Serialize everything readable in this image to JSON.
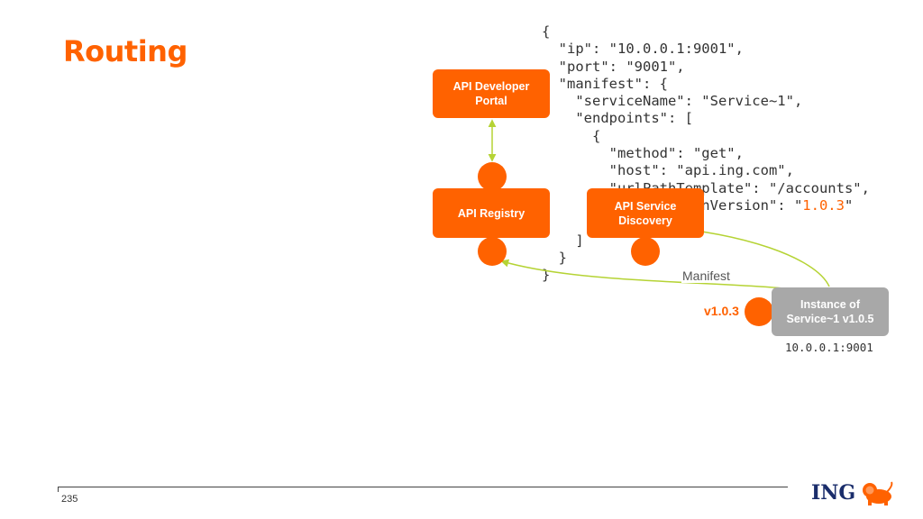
{
  "slide": {
    "title": "Routing",
    "page_number": "235"
  },
  "code_block": {
    "lines": [
      "{",
      "  \"ip\": \"10.0.0.1:9001\",",
      "  \"port\": \"9001\",",
      "  \"manifest\": {",
      "    \"serviceName\": \"Service~1\",",
      "    \"endpoints\": [",
      "      {",
      "        \"method\": \"get\",",
      "        \"host\": \"api.ing.com\",",
      "        \"urlPathTemplate\": \"/accounts\",",
      "        \"applicationVersion\": \"",
      "      }",
      "    ]",
      "  }",
      "}"
    ],
    "highlight": "1.0.3",
    "after_highlight": "\""
  },
  "diagram": {
    "developer_portal": "API Developer Portal",
    "registry": "API Registry",
    "service_discovery": "API Service Discovery",
    "instance": "Instance of Service~1 v1.0.5",
    "manifest_label": "Manifest",
    "version_label": "v1.0.3",
    "instance_address": "10.0.0.1:9001"
  },
  "brand": {
    "logo_text": "ING",
    "primary_color": "#ff6200",
    "instance_color": "#a8a8a8",
    "connector_color": "#b5d334"
  }
}
